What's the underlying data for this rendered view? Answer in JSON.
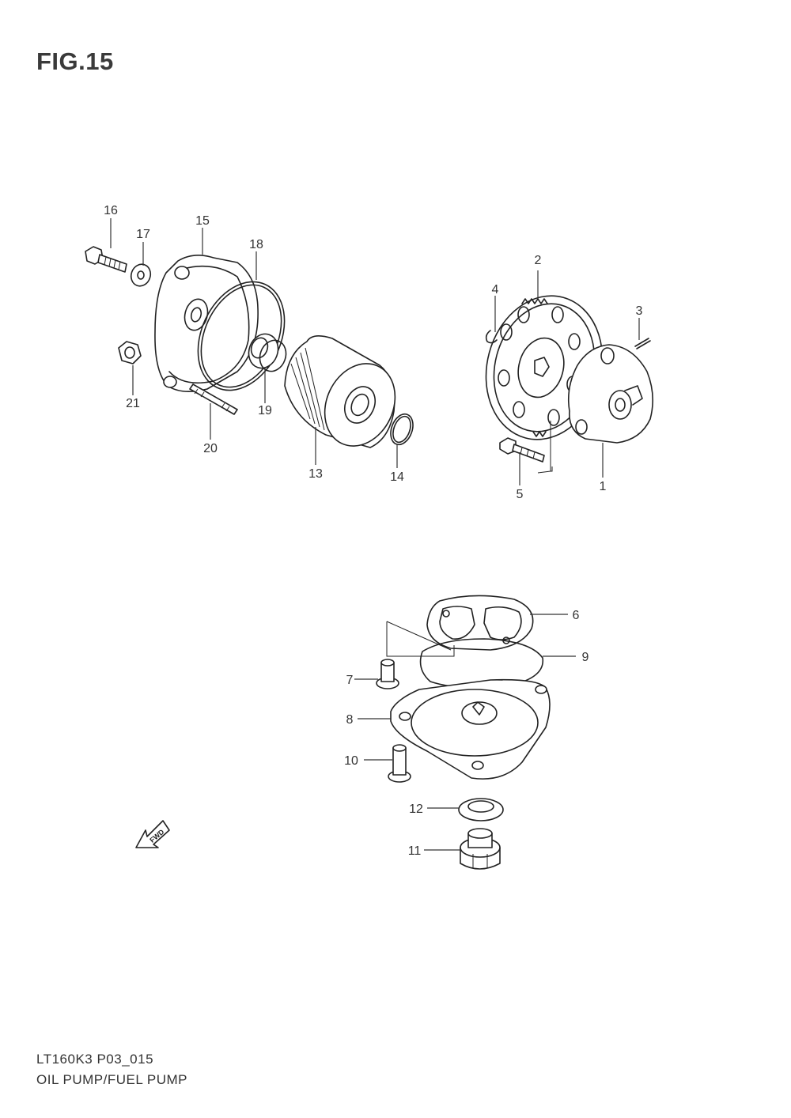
{
  "figure": {
    "title": "FIG.15",
    "model_code": "LT160K3 P03_015",
    "name": "OIL PUMP/FUEL PUMP"
  },
  "callouts": {
    "c1": "1",
    "c2": "2",
    "c3": "3",
    "c4": "4",
    "c5": "5",
    "c6": "6",
    "c7": "7",
    "c8": "8",
    "c9": "9",
    "c10": "10",
    "c11": "11",
    "c12": "12",
    "c13": "13",
    "c14": "14",
    "c15": "15",
    "c16": "16",
    "c17": "17",
    "c18": "18",
    "c19": "19",
    "c20": "20",
    "c21": "21"
  },
  "fwd_label": "FWD"
}
